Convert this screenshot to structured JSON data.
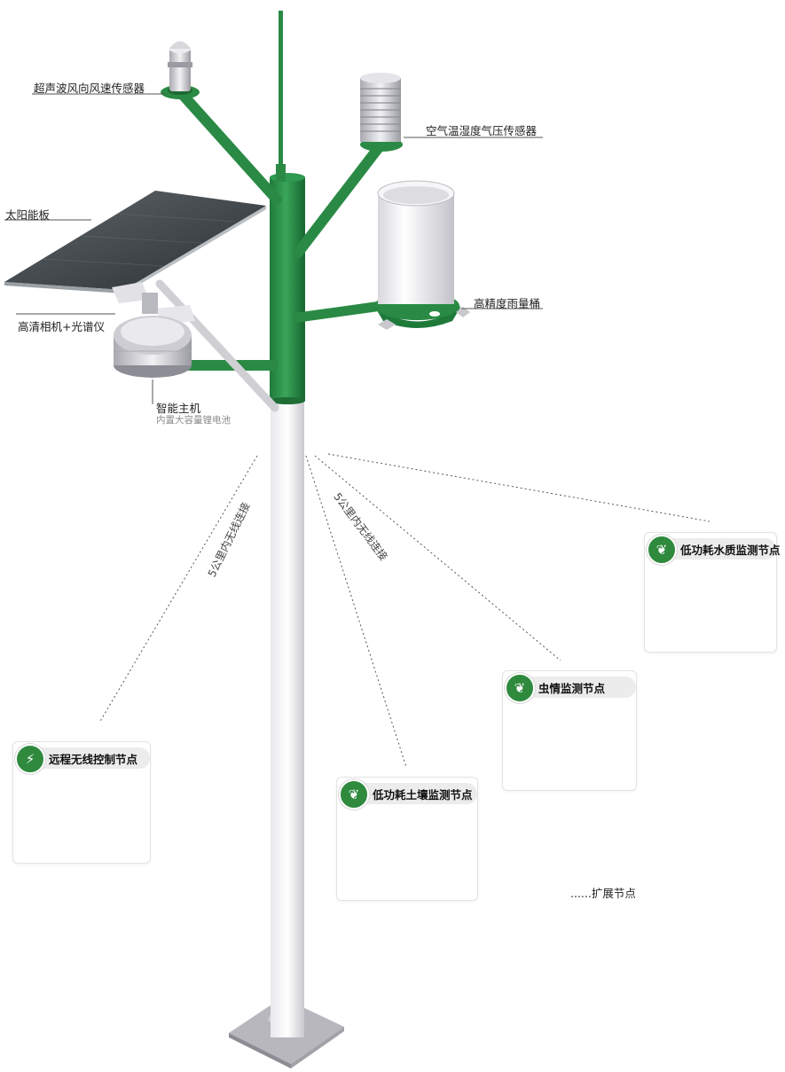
{
  "sensors": {
    "ultrasonic_wind": "超声波风向风速传感器",
    "air_temp_humidity_pressure": "空气温湿度气压传感器",
    "solar_panel": "太阳能板",
    "rain_bucket": "高精度雨量桶",
    "camera_spectrometer": "高清相机+光谱仪",
    "host": "智能主机",
    "host_note": "内置大容量锂电池"
  },
  "links": {
    "left": "5公里内无线连接",
    "right": "5公里内无线连接"
  },
  "nodes": {
    "remote_control": "远程无线控制节点",
    "soil": "低功耗土壤监测节点",
    "insect": "虫情监测节点",
    "water": "低功耗水质监测节点",
    "extend": "......扩展节点"
  },
  "icons": {
    "remote_control": "lightning-icon",
    "soil": "leaf-icon",
    "insect": "leaf-icon",
    "water": "leaf-icon"
  },
  "colors": {
    "pole_green": "#2a8a45",
    "pole_gray": "#d8d8dc",
    "icon_green": "#2f8a3e"
  }
}
